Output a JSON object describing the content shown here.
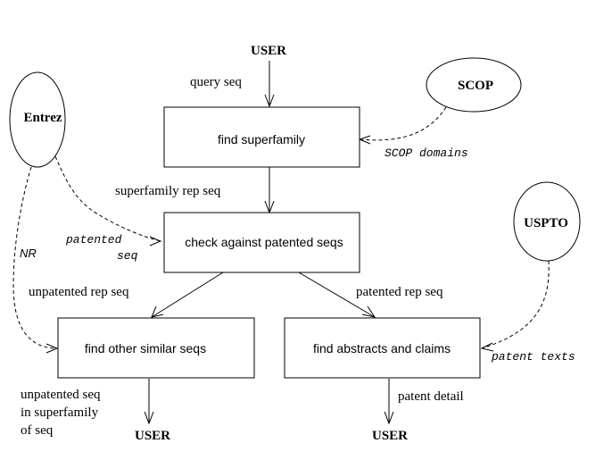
{
  "boxes": {
    "find_superfamily": "find superfamily",
    "check_patented": "check against patented seqs",
    "find_similar": "find other similar seqs",
    "find_abstracts": "find abstracts and claims"
  },
  "sources": {
    "entrez": "Entrez",
    "scop": "SCOP",
    "uspto": "USPTO"
  },
  "users": {
    "top": "USER",
    "bottom_left": "USER",
    "bottom_right": "USER"
  },
  "edge_labels": {
    "query_seq": "query seq",
    "superfamily_rep_seq": "superfamily rep seq",
    "unpatented_rep_seq": "unpatented rep seq",
    "patented_rep_seq": "patented rep seq",
    "patent_detail": "patent detail",
    "unpatented_seq_line1": "unpatented seq",
    "unpatented_seq_line2": "in superfamily",
    "unpatented_seq_line3": "of seq"
  },
  "data_labels": {
    "scop_domains": "SCOP domains",
    "patented_line1": "patented",
    "patented_line2": "seq",
    "nr": "NR",
    "patent_texts": "patent texts"
  }
}
